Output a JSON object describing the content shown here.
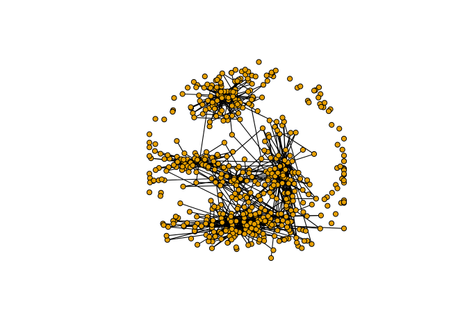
{
  "diagram": {
    "type": "network-graph",
    "background_color": "#ffffff",
    "node_color": "#e69f00",
    "node_stroke_color": "#000000",
    "edge_color": "#000000",
    "clusters": [
      {
        "id": "top",
        "size": 90
      },
      {
        "id": "left",
        "size": 55
      },
      {
        "id": "center",
        "size": 45
      },
      {
        "id": "right",
        "size": 95
      },
      {
        "id": "bottom",
        "size": 150
      }
    ],
    "ring_isolates": 80,
    "ring_pairs": 22
  }
}
